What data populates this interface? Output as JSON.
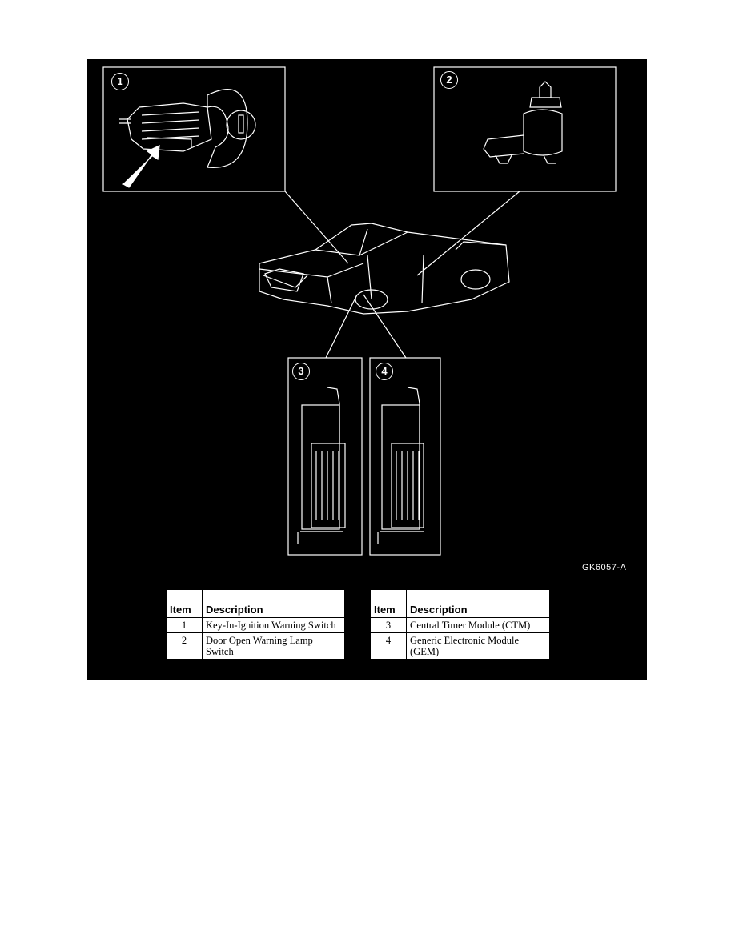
{
  "callouts": [
    "1",
    "2",
    "3",
    "4"
  ],
  "figure_code": "GK6057-A",
  "tables": [
    {
      "headers": [
        "Item",
        "Description"
      ],
      "rows": [
        {
          "item": "1",
          "description": "Key-In-Ignition Warning Switch"
        },
        {
          "item": "2",
          "description": "Door Open Warning Lamp Switch"
        }
      ]
    },
    {
      "headers": [
        "Item",
        "Description"
      ],
      "rows": [
        {
          "item": "3",
          "description": "Central Timer Module (CTM)"
        },
        {
          "item": "4",
          "description": "Generic Electronic Module (GEM)"
        }
      ]
    }
  ],
  "colors": {
    "background": "#000000",
    "line": "#ffffff",
    "page": "#ffffff"
  }
}
